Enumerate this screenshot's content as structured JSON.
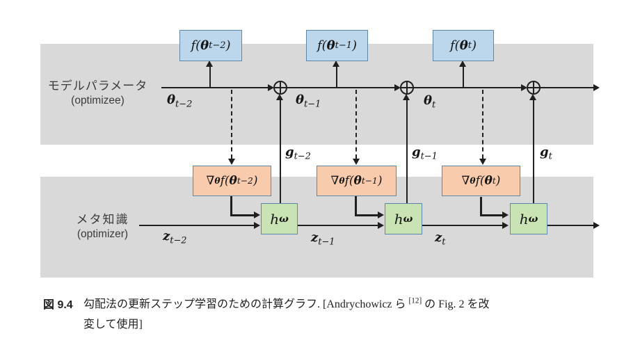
{
  "palette": {
    "band_gray": "#d9d9d9",
    "blue_box_fill": "#bcd6ec",
    "orange_box_fill": "#f8cbad",
    "green_box_fill": "#c9e3b4",
    "box_border": "#5b87ad",
    "line_color": "#1f1f1f"
  },
  "rows": {
    "top": {
      "label_ja": "モデルパラメータ",
      "label_en": "(optimizee)"
    },
    "bottom": {
      "label_ja": "メタ知識",
      "label_en": "(optimizer)"
    }
  },
  "units": [
    {
      "f_open": "f(",
      "f_theta": "θ",
      "f_sub": "t−2",
      "f_close": ")",
      "grad_nabla": "∇",
      "grad_nsub": "θ",
      "grad_open": "f(",
      "grad_theta": "θ",
      "grad_sub": "t−2",
      "grad_close": ")",
      "theta_base": "θ",
      "theta_sub": "t−2",
      "g_base": "g",
      "g_sub": "t−2",
      "z_base": "z",
      "z_sub": "t−2",
      "h_base": "h",
      "h_sub": "ω"
    },
    {
      "f_open": "f(",
      "f_theta": "θ",
      "f_sub": "t−1",
      "f_close": ")",
      "grad_nabla": "∇",
      "grad_nsub": "θ",
      "grad_open": "f(",
      "grad_theta": "θ",
      "grad_sub": "t−1",
      "grad_close": ")",
      "theta_base": "θ",
      "theta_sub": "t−1",
      "g_base": "g",
      "g_sub": "t−1",
      "z_base": "z",
      "z_sub": "t−1",
      "h_base": "h",
      "h_sub": "ω"
    },
    {
      "f_open": "f(",
      "f_theta": "θ",
      "f_sub": "t",
      "f_close": ")",
      "grad_nabla": "∇",
      "grad_nsub": "θ",
      "grad_open": "f(",
      "grad_theta": "θ",
      "grad_sub": "t",
      "grad_close": ")",
      "theta_base": "θ",
      "theta_sub": "t",
      "g_base": "g",
      "g_sub": "t",
      "z_base": "z",
      "z_sub": "t",
      "h_base": "h",
      "h_sub": "ω"
    }
  ],
  "caption": {
    "fig_label": "図 9.4",
    "text_1": "勾配法の更新ステップ学習のための計算グラフ. [Andrychowicz ら ",
    "citation_sup": "[12]",
    "text_2": " の Fig. 2 を改",
    "text_3": "変して使用]"
  }
}
